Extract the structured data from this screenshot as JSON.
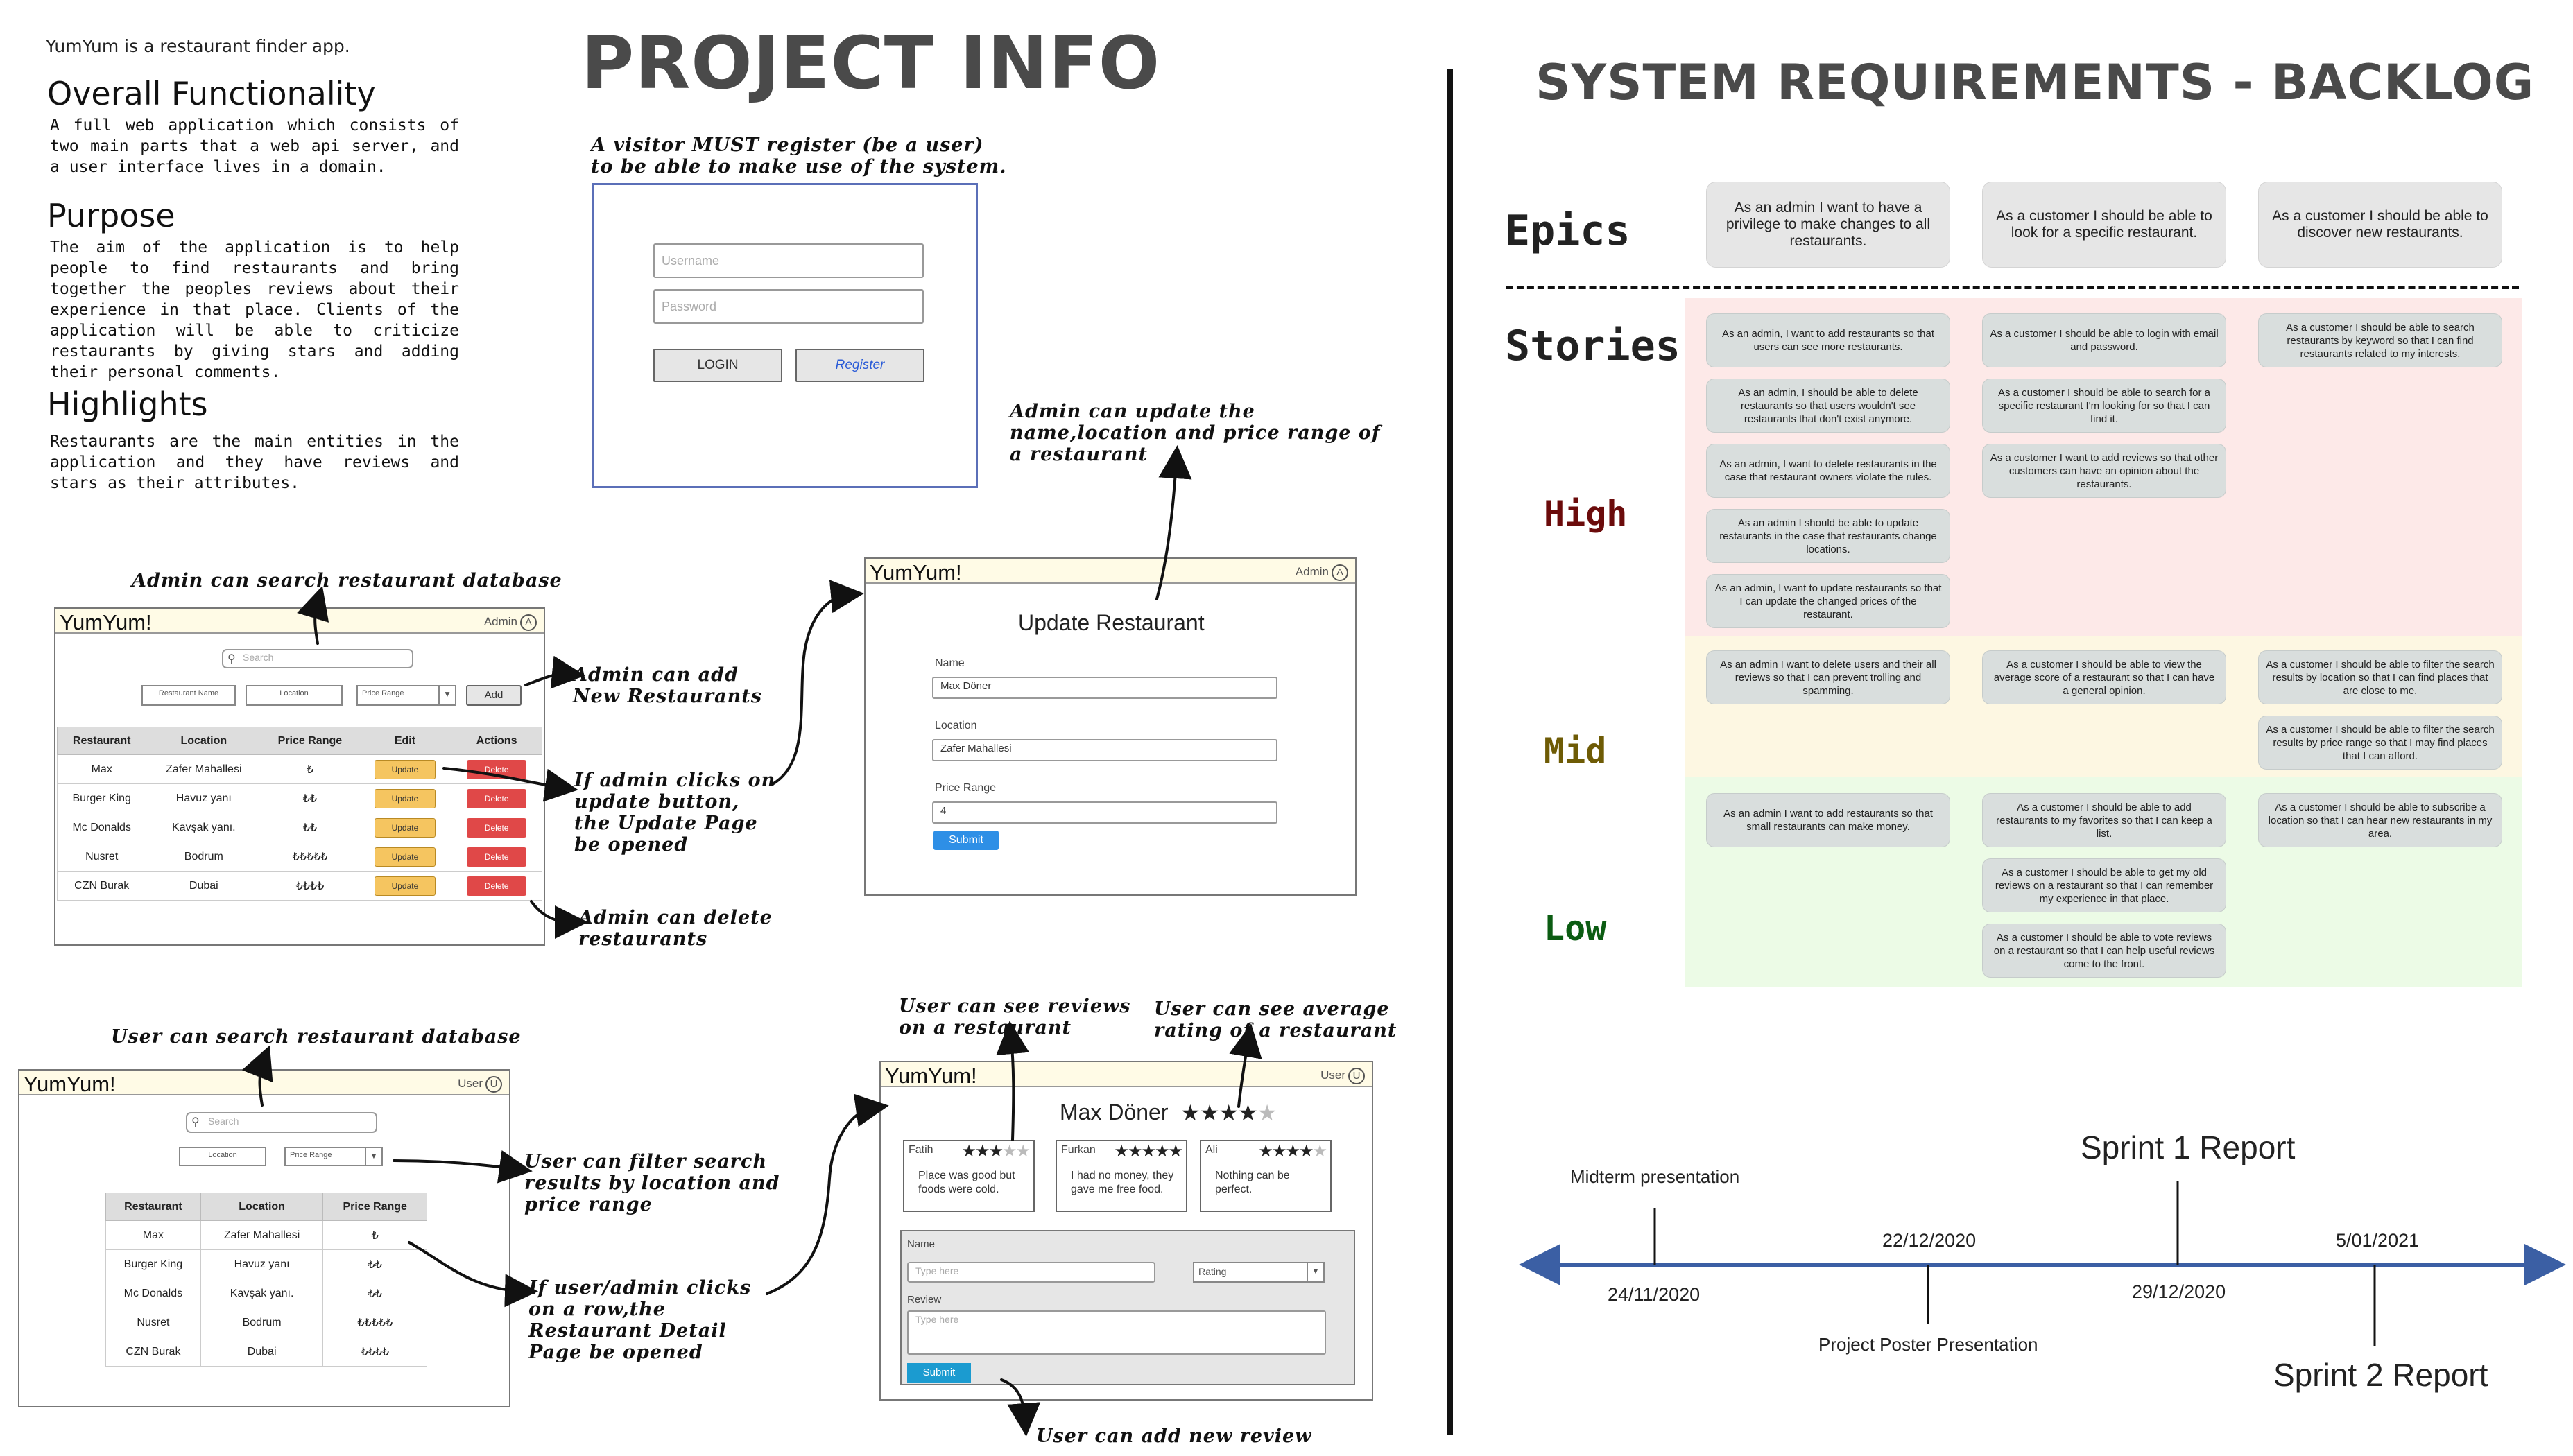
{
  "left": {
    "intro": "YumYum is a restaurant finder app.",
    "title": "PROJECT INFO",
    "overall_heading": "Overall Functionality",
    "overall_body": "A full web application which consists of two main parts that a web api server, and a user interface lives in a domain.",
    "purpose_heading": "Purpose",
    "purpose_body": "The aim of the application is to help people to find restaurants and bring together the peoples reviews about their experience in that place. Clients of the application will be able to criticize restaurants by giving stars and adding their personal comments.",
    "highlights_heading": "Highlights",
    "highlights_body": "Restaurants are the main entities in the application and they have reviews and stars as their attributes."
  },
  "notes": {
    "register": "A visitor MUST register (be a user) to be able to make use of the system.",
    "admin_update_name": "Admin can update the name,location and price range of a restaurant",
    "admin_search": "Admin can search restaurant database",
    "admin_add": "Admin can add New Restaurants",
    "admin_update_click": "If admin clicks on update button, the Update Page be opened",
    "admin_delete": "Admin can delete restaurants",
    "user_search": "User can search restaurant database",
    "user_reviews": "User can see reviews on a restaurant",
    "user_avg": "User can see average rating of a restaurant",
    "user_filter": "User can filter search results by location and price range",
    "user_click_row": "If user/admin clicks on a row,the Restaurant Detail Page be opened",
    "user_add_review": "User can add new review"
  },
  "login": {
    "username_placeholder": "Username",
    "password_placeholder": "Password",
    "login_label": "LOGIN",
    "register_label": "Register"
  },
  "app": {
    "brand": "YumYum!",
    "admin_role": "Admin",
    "user_role": "User",
    "search_placeholder": "Search",
    "name_placeholder": "Restaurant Name",
    "location_placeholder": "Location",
    "price_range_label": "Price Range",
    "add_label": "Add",
    "rating_label": "Rating",
    "update_label": "Update",
    "delete_label": "Delete",
    "submit_label": "Submit"
  },
  "admin_table": {
    "columns": [
      "Restaurant",
      "Location",
      "Price Range",
      "Edit",
      "Actions"
    ],
    "rows": [
      [
        "Max",
        "Zafer Mahallesi",
        "₺"
      ],
      [
        "Burger King",
        "Havuz yanı",
        "₺₺"
      ],
      [
        "Mc Donalds",
        "Kavşak yanı.",
        "₺₺"
      ],
      [
        "Nusret",
        "Bodrum",
        "₺₺₺₺₺"
      ],
      [
        "CZN Burak",
        "Dubai",
        "₺₺₺₺"
      ]
    ]
  },
  "user_table": {
    "columns": [
      "Restaurant",
      "Location",
      "Price Range"
    ],
    "rows": [
      [
        "Max",
        "Zafer Mahallesi",
        "₺"
      ],
      [
        "Burger King",
        "Havuz yanı",
        "₺₺"
      ],
      [
        "Mc Donalds",
        "Kavşak yanı.",
        "₺₺"
      ],
      [
        "Nusret",
        "Bodrum",
        "₺₺₺₺₺"
      ],
      [
        "CZN Burak",
        "Dubai",
        "₺₺₺₺"
      ]
    ]
  },
  "update_page": {
    "title": "Update Restaurant",
    "name_label": "Name",
    "name_value": "Max Döner",
    "location_label": "Location",
    "location_value": "Zafer Mahallesi",
    "price_label": "Price Range",
    "price_value": "4"
  },
  "detail_page": {
    "restaurant": "Max Döner",
    "avg_stars": "★★★★",
    "avg_empty": "★",
    "reviews": [
      {
        "name": "Fatih",
        "stars": "★★★",
        "empty": "★★",
        "text": "Place was good but foods were cold."
      },
      {
        "name": "Furkan",
        "stars": "★★★★★",
        "empty": "",
        "text": "I had no money, they gave me free food."
      },
      {
        "name": "Ali",
        "stars": "★★★★",
        "empty": "★",
        "text": "Nothing can be perfect."
      }
    ],
    "name_label": "Name",
    "review_label": "Review",
    "type_here": "Type here"
  },
  "right": {
    "title": "SYSTEM REQUIREMENTS - BACKLOG",
    "epics_label": "Epics",
    "stories_label": "Stories",
    "high": "High",
    "mid": "Mid",
    "low": "Low",
    "epics": [
      "As an admin I want to have a privilege to make changes to all restaurants.",
      "As a customer I should be able to look for a specific restaurant.",
      "As a customer I should be able to discover new restaurants."
    ],
    "stories": {
      "high": [
        [
          "As an admin, I want to add restaurants so that users can see more restaurants.",
          "As an admin, I should be able  to delete restaurants so that users wouldn't see restaurants that don't exist anymore.",
          "As an admin, I want to delete restaurants in the case that restaurant owners violate the rules.",
          "As an admin I should be able to update restaurants in the case that restaurants change locations.",
          "As an admin, I want to update restaurants so that I can update the changed prices of the restaurant."
        ],
        [
          "As a customer I should be able to login with email and password.",
          "As a customer I should be able to search for a specific restaurant I'm looking for so that I can find it.",
          "As a customer I want to add reviews so that other customers can have an opinion about the restaurants."
        ],
        [
          "As a customer I should be able to search restaurants by keyword so that I can find restaurants related to my interests."
        ]
      ],
      "mid": [
        [
          "As an admin I want to delete users and their all reviews so that I can prevent trolling and spamming."
        ],
        [
          "As a customer I should be able to view the average score of a restaurant so that I can have a general opinion."
        ],
        [
          "As a customer I should be able to filter the search results by location so that I can find places that are close to me.",
          "As a customer I should be able to filter the search results by price range so that I may find places that I can afford."
        ]
      ],
      "low": [
        [
          "As an admin I want to add restaurants so that small restaurants can make money."
        ],
        [
          "As a customer I should be able to add restaurants to my favorites so that I can keep a list.",
          "As a customer I should be able to get my old reviews on a restaurant so that I can remember my experience in that place.",
          "As a customer I should be able to vote reviews on a restaurant so that I can help useful reviews come to the front."
        ],
        [
          "As a customer I should be able to subscribe a location so that I can hear new restaurants in my area."
        ]
      ]
    },
    "timeline": {
      "midterm": "Midterm presentation",
      "sprint1": "Sprint 1 Report",
      "date1": "24/11/2020",
      "date2": "22/12/2020",
      "date3": "29/12/2020",
      "date4": "5/01/2021",
      "poster": "Project Poster Presentation",
      "sprint2": "Sprint 2 Report"
    }
  },
  "colors": {
    "high_bg": "#fde9e8",
    "mid_bg": "#fdf7e2",
    "low_bg": "#ecfbe6",
    "high_text": "#6b0b0b",
    "mid_text": "#6e5b05",
    "low_text": "#0b5c12",
    "timeline": "#3b5fa4"
  }
}
